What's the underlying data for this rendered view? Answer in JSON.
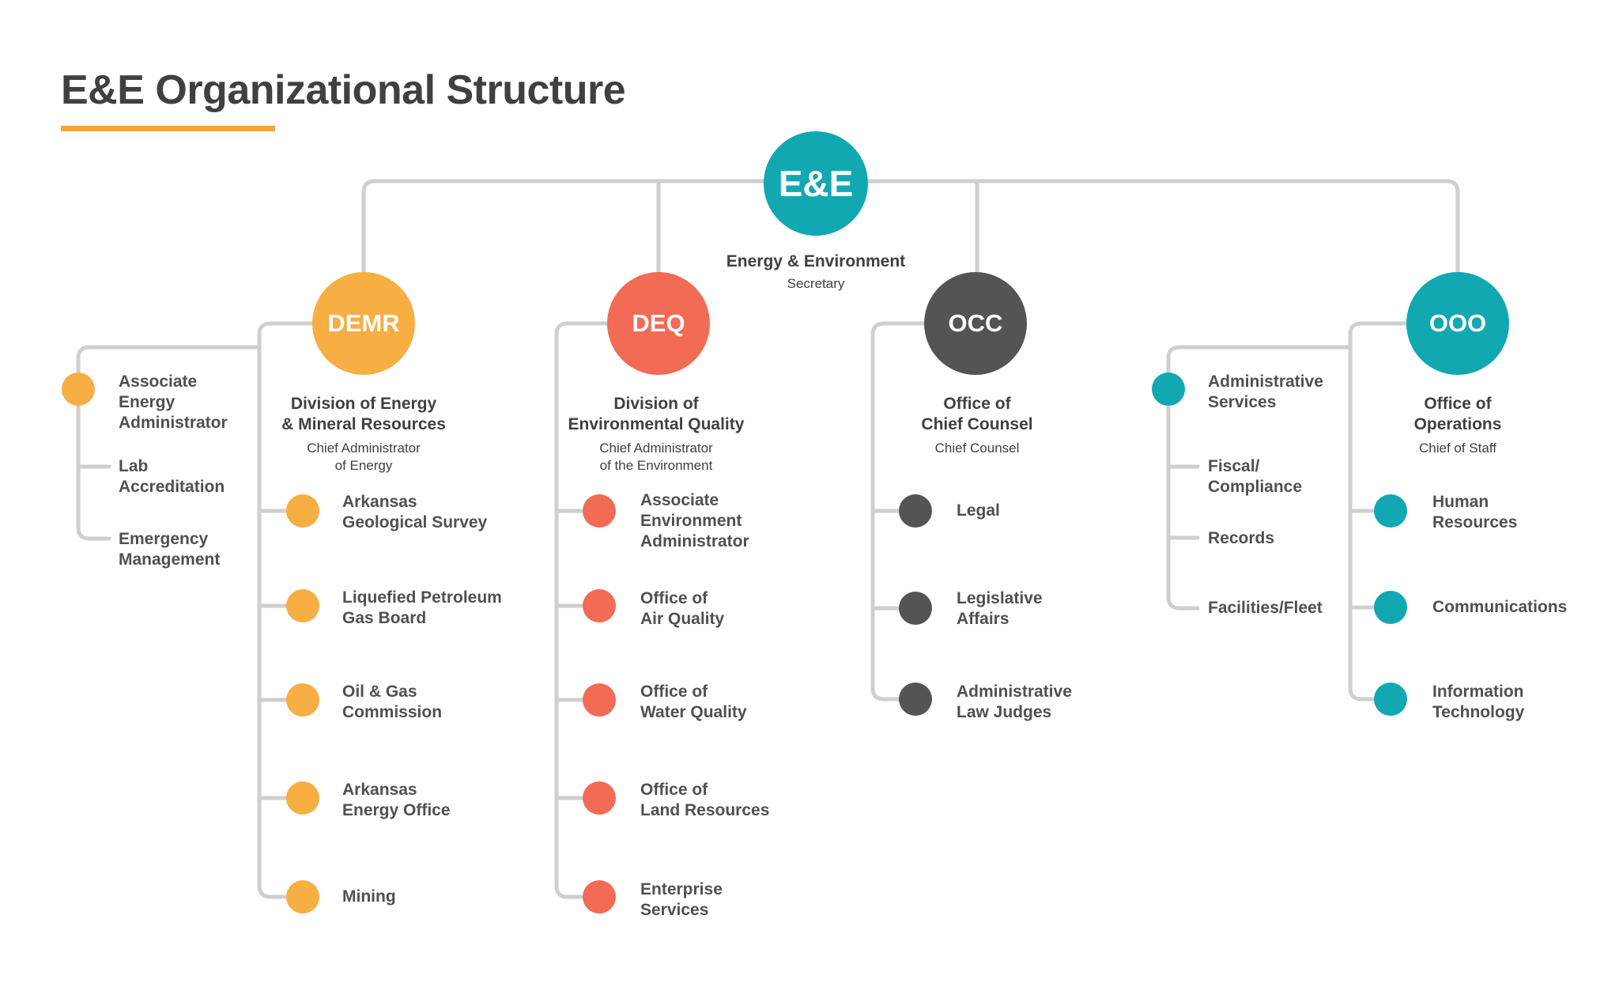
{
  "title": "E&E Organizational Structure",
  "colors": {
    "accent_underline": "#F5A53C",
    "connector": "#CFCFCF",
    "demr": "#F7AE42",
    "deq": "#F26B55",
    "occ": "#545454",
    "ooo": "#11A8B2",
    "e_e": "#11A8B2"
  },
  "root": {
    "abbr": "E&E",
    "name": "Energy & Environment",
    "role": "Secretary"
  },
  "demr": {
    "abbr": "DEMR",
    "name": "Division of  Energy\n& Mineral Resources",
    "role": "Chief Administrator\nof Energy",
    "side_items": [
      "Associate\nEnergy\nAdministrator",
      "Lab\nAccreditation",
      "Emergency\nManagement"
    ],
    "items": [
      "Arkansas\nGeological Survey",
      "Liquefied Petroleum\nGas Board",
      "Oil & Gas\nCommission",
      "Arkansas\nEnergy Office",
      "Mining"
    ]
  },
  "deq": {
    "abbr": "DEQ",
    "name": "Division of\nEnvironmental Quality",
    "role": "Chief Administrator\nof the Environment",
    "items": [
      "Associate\nEnvironment\nAdministrator",
      "Office of\nAir Quality",
      "Office of\nWater Quality",
      "Office of\nLand Resources",
      "Enterprise\nServices"
    ]
  },
  "occ": {
    "abbr": "OCC",
    "name": "Office of\nChief Counsel",
    "role": "Chief Counsel",
    "items": [
      "Legal",
      "Legislative\nAffairs",
      "Administrative\nLaw Judges"
    ]
  },
  "ooo": {
    "abbr": "OOO",
    "name": "Office of\nOperations",
    "role": "Chief of Staff",
    "side_items": [
      "Administrative\nServices",
      "Fiscal/\nCompliance",
      "Records",
      "Facilities/Fleet"
    ],
    "items": [
      "Human\nResources",
      "Communications",
      "Information\nTechnology"
    ]
  }
}
